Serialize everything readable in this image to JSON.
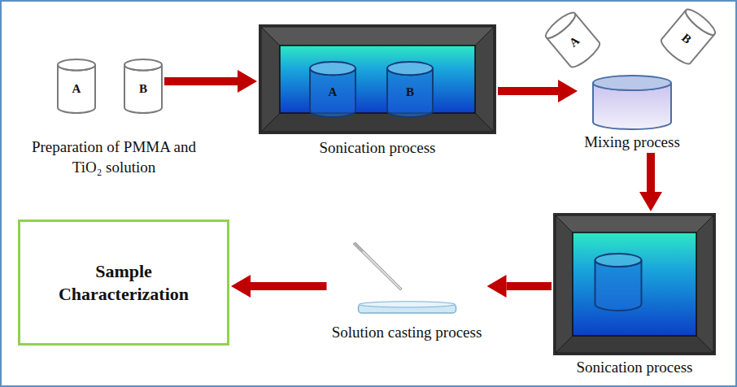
{
  "diagram": {
    "nodes": [
      {
        "text": [
          "A"
        ]
      },
      {
        "text": [
          "B"
        ]
      },
      {
        "text": [
          "Sonication process"
        ]
      },
      {
        "text": [
          "A"
        ],
        "in": 2
      },
      {
        "text": [
          "B"
        ],
        "in": 2
      },
      {
        "text": [
          "A"
        ]
      },
      {
        "text": [
          "B"
        ]
      },
      {
        "text": [
          "Mixing process"
        ]
      },
      {
        "text": [
          "Sonication process"
        ]
      },
      {
        "text": [
          "Solution casting process"
        ]
      },
      {
        "text": [
          "Sample Characterization"
        ]
      }
    ],
    "edges": [
      {
        "from": 1,
        "to": 2,
        "arrow": "to"
      },
      {
        "from": 2,
        "to": 7,
        "arrow": "to"
      },
      {
        "from": 7,
        "to": 8,
        "arrow": "to"
      },
      {
        "from": 8,
        "to": 9,
        "arrow": "to"
      },
      {
        "from": 9,
        "to": 10,
        "arrow": "to"
      }
    ],
    "labels": [
      "Preparation of PMMA and TiO₂ solution"
    ]
  }
}
